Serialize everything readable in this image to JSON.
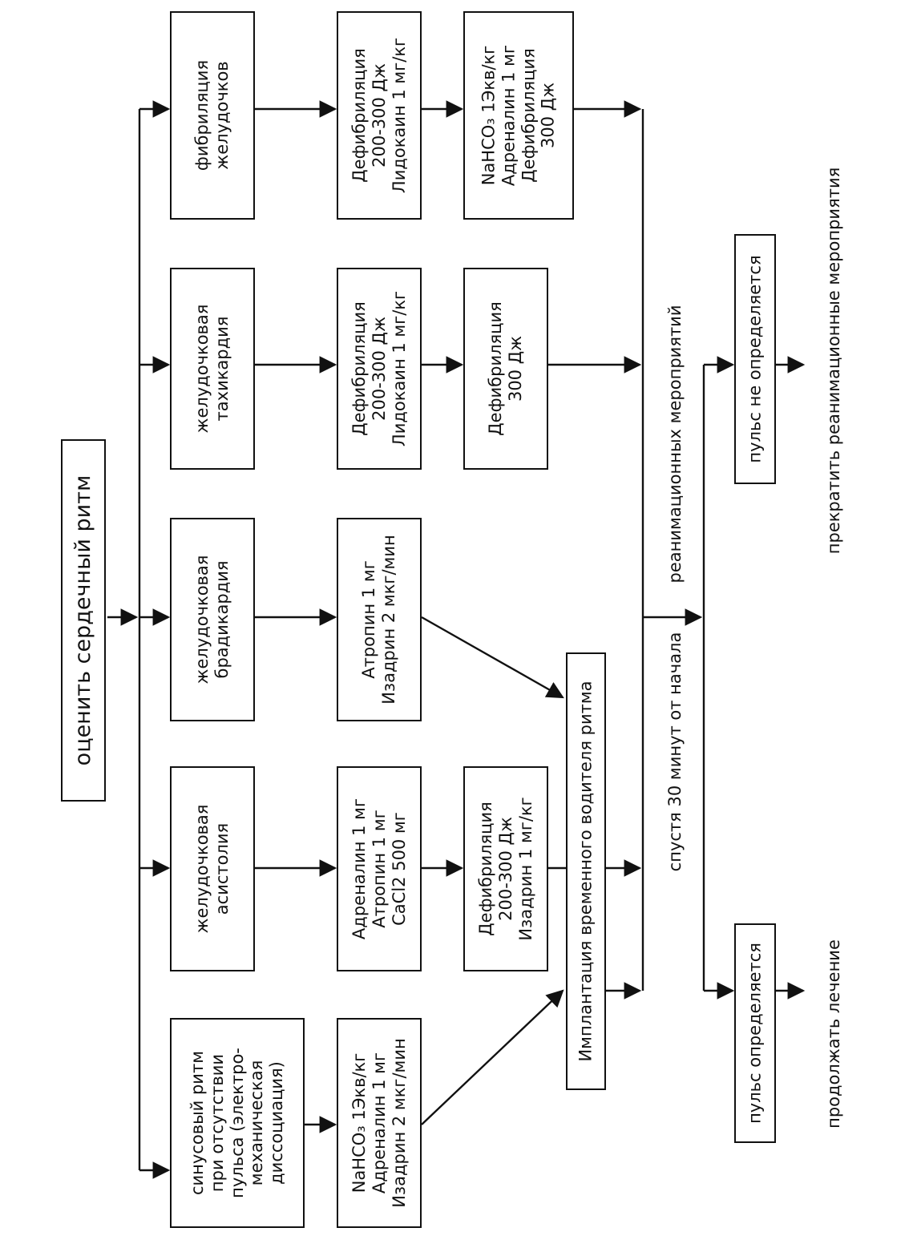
{
  "title": "оценить сердечный ритм",
  "columns": {
    "sinus": {
      "rhythm": [
        "синусовый ритм",
        "при отсутствии",
        "пульса (электро-",
        "механическая",
        "диссоциация)"
      ],
      "drugs": [
        "NaHCO₃ 1Экв/кг",
        "Адреналин 1 мг",
        "Изадрин 2 мкг/мин"
      ]
    },
    "asystole": {
      "rhythm": [
        "желудочковая",
        "асистолия"
      ],
      "drugs": [
        "Адреналин 1 мг",
        "Атропин 1 мг",
        "CaCl2 500 мг"
      ],
      "step2": [
        "Дефибриляция",
        "200-300 Дж",
        "Изадрин 1 мг/кг"
      ]
    },
    "brady": {
      "rhythm": [
        "желудочковая",
        "брадикардия"
      ],
      "drugs": [
        "Атропин 1 мг",
        "Изадрин 2 мкг/мин"
      ]
    },
    "tachy": {
      "rhythm": [
        "желудочковая",
        "тахикардия"
      ],
      "drugs": [
        "Дефибриляция",
        "200-300 Дж",
        "Лидокаин 1 мг/кг"
      ],
      "step2": [
        "Дефибриляция",
        "300 Дж"
      ]
    },
    "fibr": {
      "rhythm": [
        "фибриляция",
        "желудочков"
      ],
      "drugs": [
        "Дефибриляция",
        "200-300 Дж",
        "Лидокаин 1 мг/кг"
      ],
      "step2": [
        "NaHCO₃ 1Экв/кг",
        "Адреналин 1 мг",
        "Дефибриляция",
        "300 Дж"
      ]
    }
  },
  "pacemaker": "Имплантация временного водителя ритма",
  "time_label_1": "спустя 30 минут от начала",
  "time_label_2": "реанимационных мероприятий",
  "pulse_yes": "пульс определяется",
  "pulse_no": "пульс не определяется",
  "continue": "продолжать лечение",
  "stop": "прекратить реанимационные мероприятия"
}
